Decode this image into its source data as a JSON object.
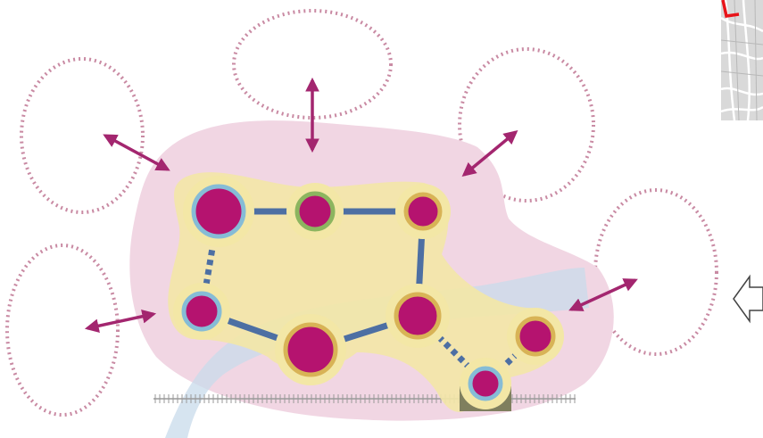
{
  "diagram": {
    "colors": {
      "zone_fill": "#f1d6e3",
      "halo": "#f3e7a6",
      "node_fill": "#b5136f",
      "ring_blue": "#86bcd6",
      "ring_gold": "#d8b356",
      "ring_green": "#8cb55f",
      "link": "#4d6fa3",
      "arrow": "#a3266f",
      "dotted_ellipse": "#c98aa3",
      "river": "#c8dbeb",
      "rail": "#9a9a9a",
      "station": "#7f7f5e"
    },
    "nodes": [
      {
        "id": "n1",
        "ring": "blue"
      },
      {
        "id": "n2",
        "ring": "green"
      },
      {
        "id": "n3",
        "ring": "gold"
      },
      {
        "id": "n4",
        "ring": "blue"
      },
      {
        "id": "n5",
        "ring": "gold"
      },
      {
        "id": "n6",
        "ring": "gold"
      },
      {
        "id": "n7",
        "ring": "blue"
      },
      {
        "id": "n8",
        "ring": "gold"
      }
    ],
    "links": [
      {
        "from": "n1",
        "to": "n2",
        "style": "solid"
      },
      {
        "from": "n2",
        "to": "n3",
        "style": "solid"
      },
      {
        "from": "n3",
        "to": "n6",
        "style": "solid"
      },
      {
        "from": "n1",
        "to": "n4",
        "style": "dashed"
      },
      {
        "from": "n4",
        "to": "n5",
        "style": "solid"
      },
      {
        "from": "n5",
        "to": "n6",
        "style": "solid"
      },
      {
        "from": "n6",
        "to": "n7",
        "style": "dashed"
      },
      {
        "from": "n7",
        "to": "n8",
        "style": "dashed"
      }
    ],
    "outer_zones": [
      "zone-top",
      "zone-top-left",
      "zone-top-right",
      "zone-bottom-left",
      "zone-right"
    ],
    "arrows": [
      "arrow-top",
      "arrow-top-left",
      "arrow-top-right",
      "arrow-bottom-left",
      "arrow-right"
    ]
  },
  "map_thumbnail": {
    "highlight_color": "#e8141a",
    "icon": "map-icon"
  },
  "back_arrow": {
    "icon": "left-arrow-icon"
  }
}
